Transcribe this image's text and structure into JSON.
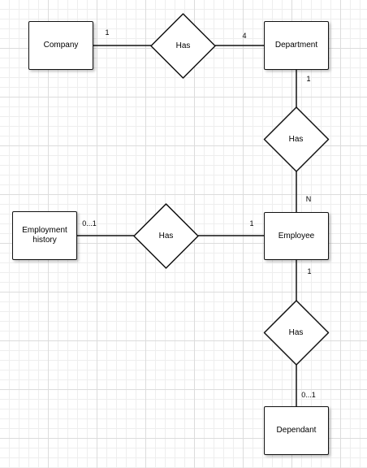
{
  "entities": {
    "company": "Company",
    "department": "Department",
    "employee": "Employee",
    "employment_history": "Employment\nhistory",
    "dependant": "Dependant"
  },
  "relationships": {
    "company_department": "Has",
    "department_employee": "Has",
    "employee_history": "Has",
    "employee_dependant": "Has"
  },
  "cardinalities": {
    "company_side": "1",
    "department_side_top": "4",
    "department_side_bottom": "1",
    "employee_side_top": "N",
    "employee_side_left": "1",
    "history_side": "0...1",
    "employee_side_bottom": "1",
    "dependant_side": "0...1"
  }
}
